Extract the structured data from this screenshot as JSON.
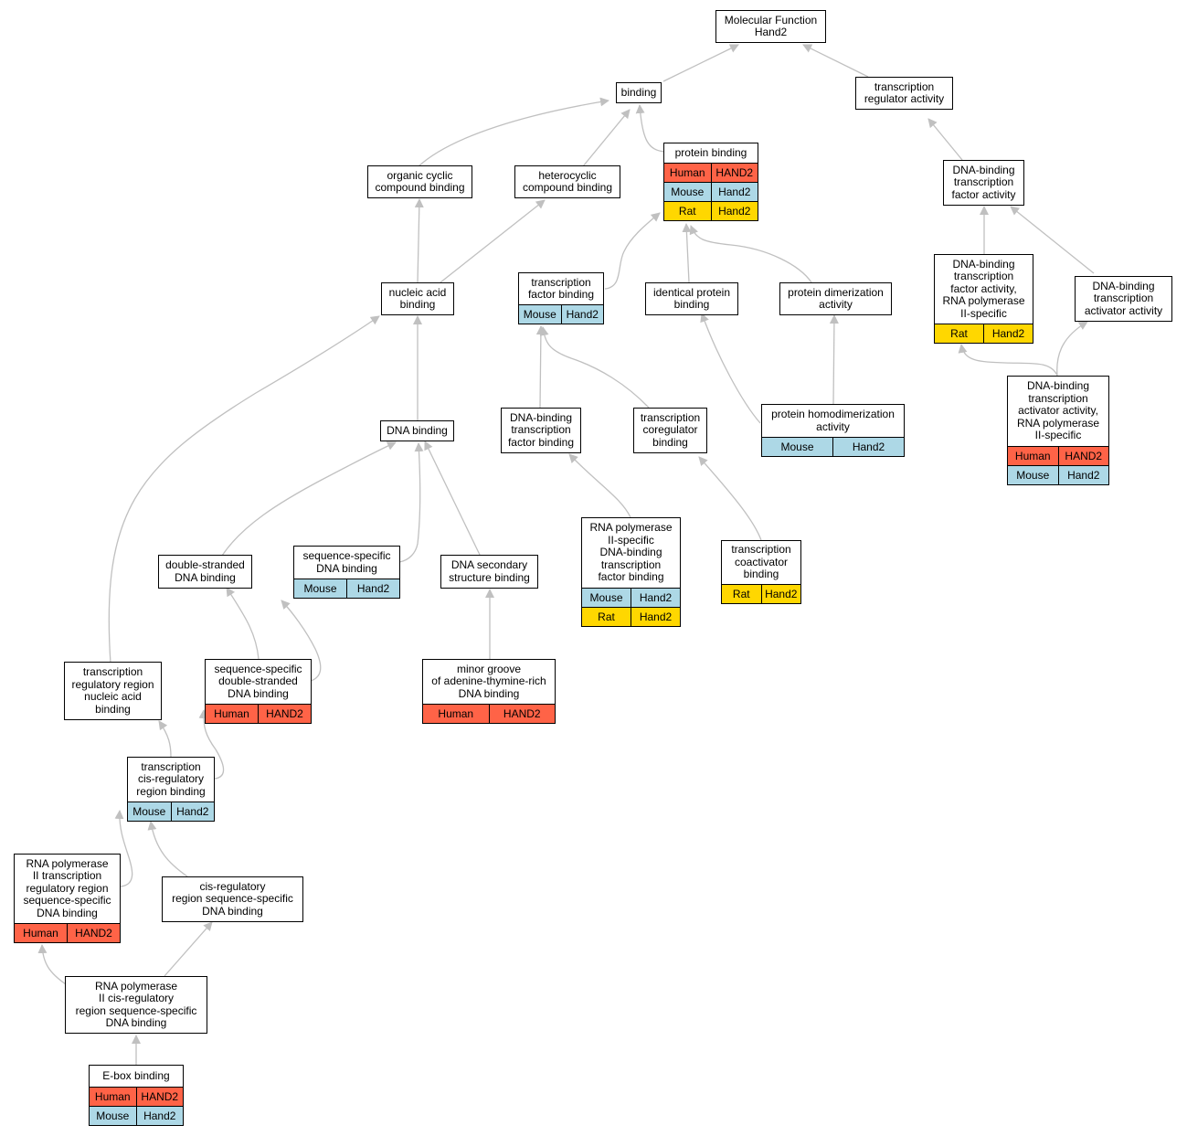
{
  "colors": {
    "edge": "#c0c0c0",
    "Human": "#ff6347",
    "Mouse": "#add8e6",
    "Rat": "#ffd700"
  },
  "nodes": [
    {
      "id": "mf",
      "label": [
        "Molecular Function",
        "Hand2"
      ],
      "rows": []
    },
    {
      "id": "binding",
      "label": [
        "binding"
      ],
      "rows": []
    },
    {
      "id": "tra",
      "label": [
        "transcription",
        "regulator activity"
      ],
      "rows": []
    },
    {
      "id": "protein_binding",
      "label": [
        "protein binding"
      ],
      "rows": [
        [
          "Human",
          "HAND2"
        ],
        [
          "Mouse",
          "Hand2"
        ],
        [
          "Rat",
          "Hand2"
        ]
      ]
    },
    {
      "id": "organic",
      "label": [
        "organic cyclic",
        "compound binding"
      ],
      "rows": []
    },
    {
      "id": "hetero",
      "label": [
        "heterocyclic",
        "compound binding"
      ],
      "rows": []
    },
    {
      "id": "dbtfa",
      "label": [
        "DNA-binding",
        "transcription",
        "factor activity"
      ],
      "rows": []
    },
    {
      "id": "nab",
      "label": [
        "nucleic acid",
        "binding"
      ],
      "rows": []
    },
    {
      "id": "tfb",
      "label": [
        "transcription",
        "factor binding"
      ],
      "rows": [
        [
          "Mouse",
          "Hand2"
        ]
      ]
    },
    {
      "id": "ipb",
      "label": [
        "identical protein",
        "binding"
      ],
      "rows": []
    },
    {
      "id": "pda",
      "label": [
        "protein dimerization",
        "activity"
      ],
      "rows": []
    },
    {
      "id": "dbtfa_rna",
      "label": [
        "DNA-binding",
        "transcription",
        "factor activity,",
        "RNA polymerase",
        "II-specific"
      ],
      "rows": [
        [
          "Rat",
          "Hand2"
        ]
      ]
    },
    {
      "id": "dbtaa",
      "label": [
        "DNA-binding",
        "transcription",
        "activator activity"
      ],
      "rows": []
    },
    {
      "id": "dnab",
      "label": [
        "DNA binding"
      ],
      "rows": []
    },
    {
      "id": "dbtfb",
      "label": [
        "DNA-binding",
        "transcription",
        "factor binding"
      ],
      "rows": []
    },
    {
      "id": "tcoreg",
      "label": [
        "transcription",
        "coregulator",
        "binding"
      ],
      "rows": []
    },
    {
      "id": "phd",
      "label": [
        "protein homodimerization",
        "activity"
      ],
      "rows": [
        [
          "Mouse",
          "Hand2"
        ]
      ]
    },
    {
      "id": "dbtaa_rna",
      "label": [
        "DNA-binding",
        "transcription",
        "activator activity,",
        "RNA polymerase",
        "II-specific"
      ],
      "rows": [
        [
          "Human",
          "HAND2"
        ],
        [
          "Mouse",
          "Hand2"
        ]
      ]
    },
    {
      "id": "dsdna",
      "label": [
        "double-stranded",
        "DNA binding"
      ],
      "rows": []
    },
    {
      "id": "ssdna",
      "label": [
        "sequence-specific",
        "DNA binding"
      ],
      "rows": [
        [
          "Mouse",
          "Hand2"
        ]
      ]
    },
    {
      "id": "dnasec",
      "label": [
        "DNA secondary",
        "structure binding"
      ],
      "rows": []
    },
    {
      "id": "rnapol_dbtfb",
      "label": [
        "RNA polymerase",
        "II-specific",
        "DNA-binding",
        "transcription",
        "factor binding"
      ],
      "rows": [
        [
          "Mouse",
          "Hand2"
        ],
        [
          "Rat",
          "Hand2"
        ]
      ]
    },
    {
      "id": "tcoact",
      "label": [
        "transcription",
        "coactivator",
        "binding"
      ],
      "rows": [
        [
          "Rat",
          "Hand2"
        ]
      ]
    },
    {
      "id": "trrnab",
      "label": [
        "transcription",
        "regulatory region",
        "nucleic acid",
        "binding"
      ],
      "rows": []
    },
    {
      "id": "ssds",
      "label": [
        "sequence-specific",
        "double-stranded",
        "DNA binding"
      ],
      "rows": [
        [
          "Human",
          "HAND2"
        ]
      ]
    },
    {
      "id": "minor",
      "label": [
        "minor groove",
        "of adenine-thymine-rich",
        "DNA binding"
      ],
      "rows": [
        [
          "Human",
          "HAND2"
        ]
      ]
    },
    {
      "id": "tcisreg",
      "label": [
        "transcription",
        "cis-regulatory",
        "region binding"
      ],
      "rows": [
        [
          "Mouse",
          "Hand2"
        ]
      ]
    },
    {
      "id": "rnapol_tr",
      "label": [
        "RNA polymerase",
        "II transcription",
        "regulatory region",
        "sequence-specific",
        "DNA binding"
      ],
      "rows": [
        [
          "Human",
          "HAND2"
        ]
      ]
    },
    {
      "id": "cisreg",
      "label": [
        "cis-regulatory",
        "region sequence-specific",
        "DNA binding"
      ],
      "rows": []
    },
    {
      "id": "rnapol_cis",
      "label": [
        "RNA polymerase",
        "II cis-regulatory",
        "region sequence-specific",
        "DNA binding"
      ],
      "rows": []
    },
    {
      "id": "ebox",
      "label": [
        "E-box binding"
      ],
      "rows": [
        [
          "Human",
          "HAND2"
        ],
        [
          "Mouse",
          "Hand2"
        ]
      ]
    }
  ]
}
